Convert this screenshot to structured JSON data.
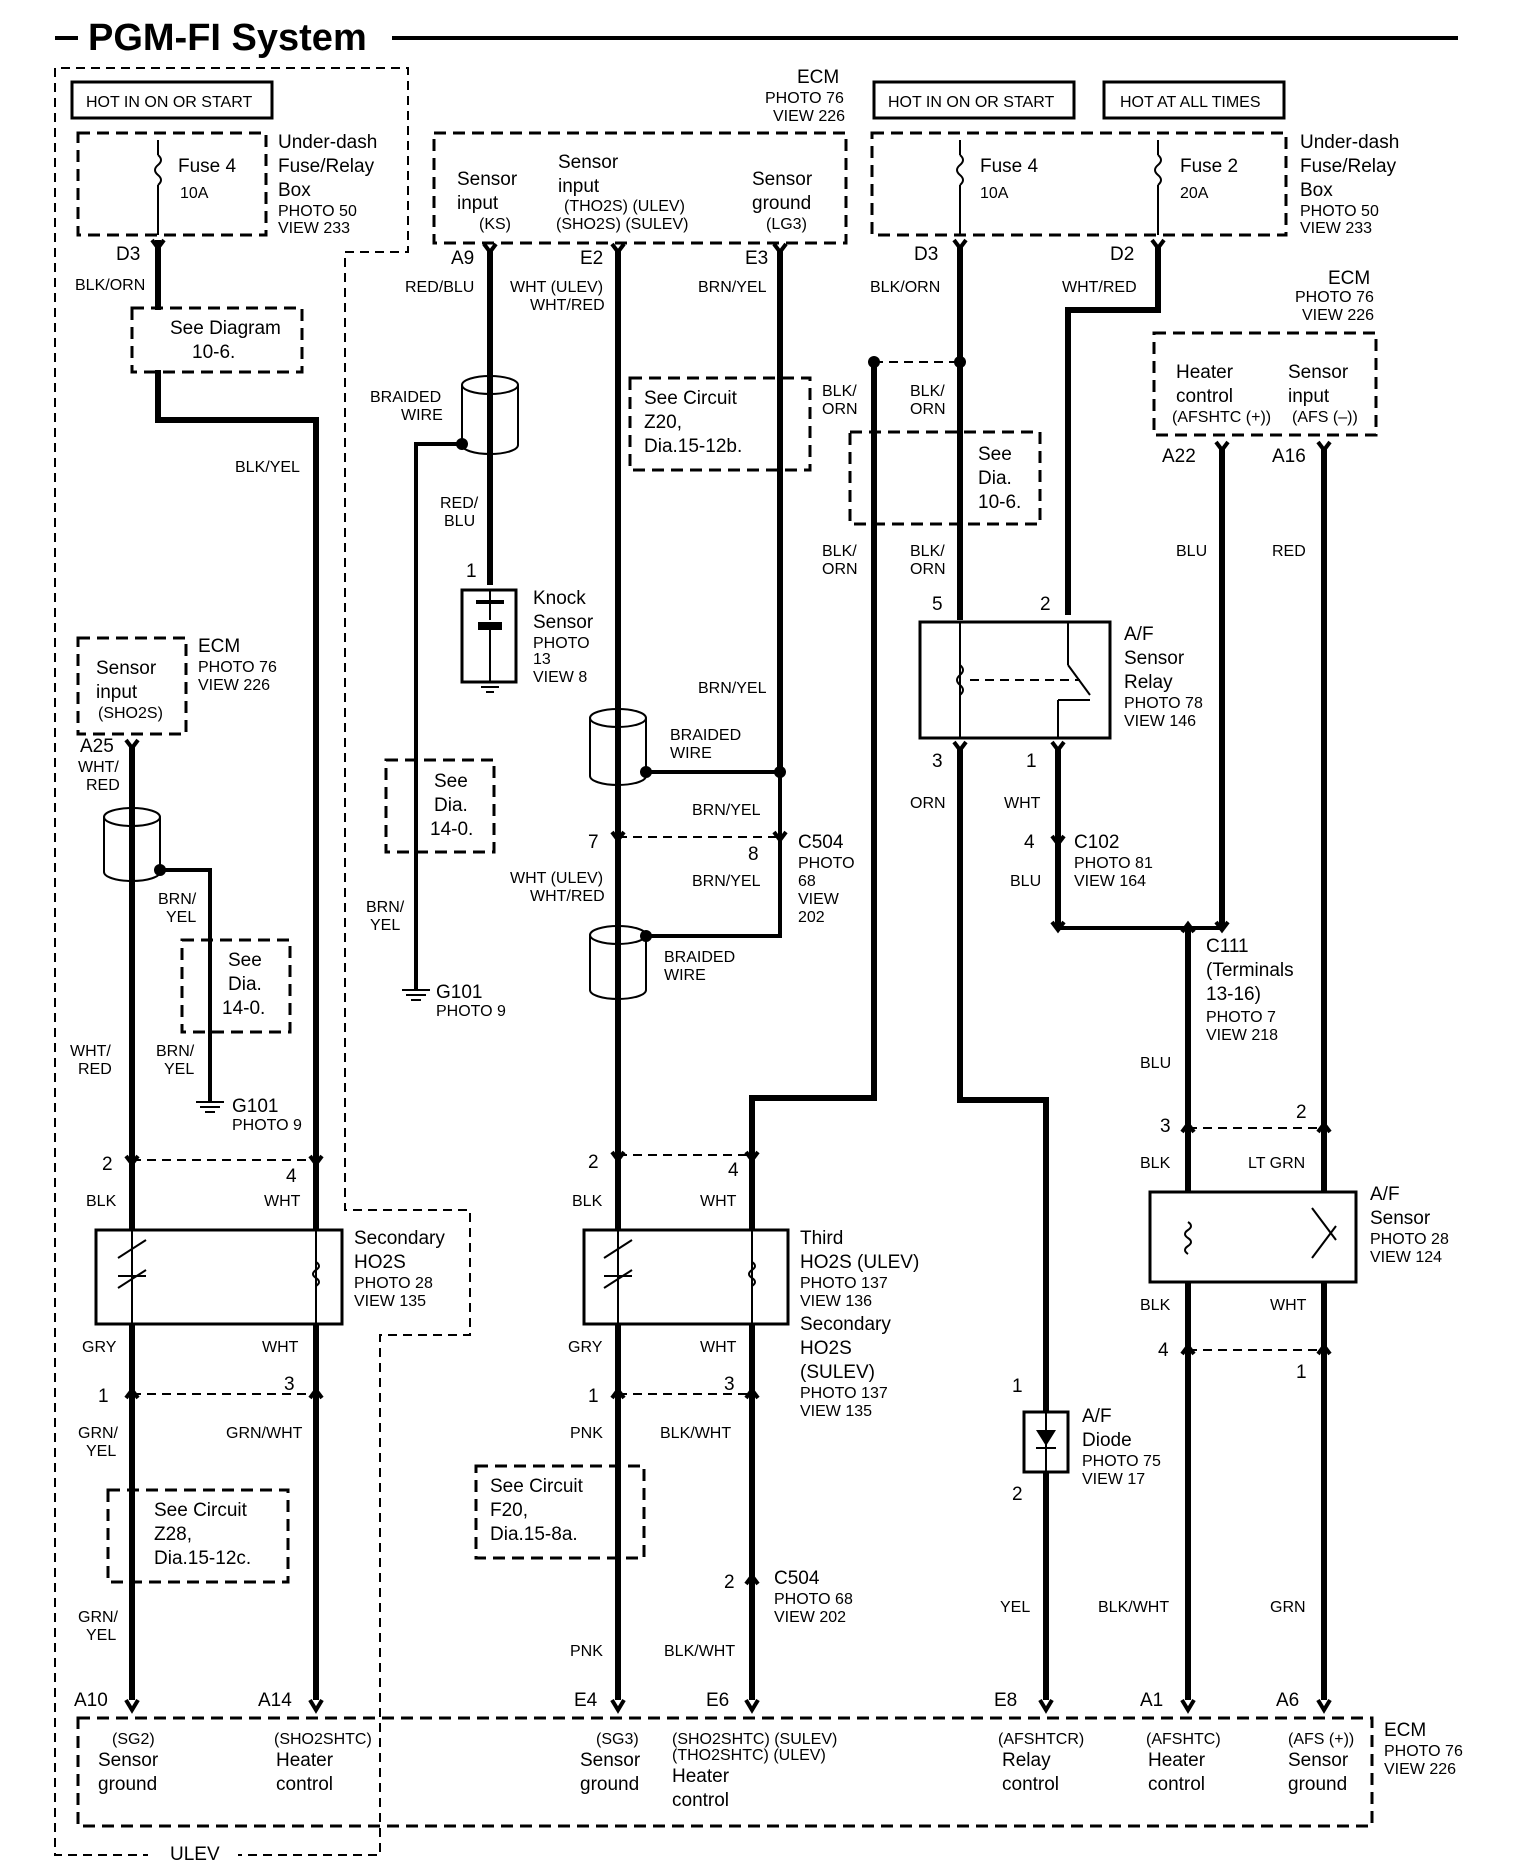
{
  "title": "PGM-FI System",
  "hot": {
    "run_left": "HOT IN ON OR START",
    "run_right": "HOT IN ON OR START",
    "always": "HOT AT ALL TIMES"
  },
  "fusebox_left": {
    "fuse": "Fuse 4",
    "rating": "10A",
    "name1": "Under-dash",
    "name2": "Fuse/Relay",
    "name3": "Box",
    "photo": "PHOTO 50",
    "view": "VIEW 233",
    "pin": "D3"
  },
  "fusebox_right": {
    "fuse4": "Fuse 4",
    "rating4": "10A",
    "fuse2": "Fuse 2",
    "rating2": "20A",
    "name1": "Under-dash",
    "name2": "Fuse/Relay",
    "name3": "Box",
    "photo": "PHOTO 50",
    "view": "VIEW 233",
    "pin_d3": "D3",
    "pin_d2": "D2"
  },
  "ecm_top": {
    "title": "ECM",
    "photo": "PHOTO 76",
    "view": "VIEW 226",
    "ks1": "Sensor",
    "ks2": "input",
    "ks3": "(KS)",
    "tho1": "Sensor",
    "tho2": "input",
    "tho3": "(THO2S) (ULEV)",
    "tho4": "(SHO2S) (SULEV)",
    "lg1": "Sensor",
    "lg2": "ground",
    "lg3": "(LG3)",
    "pin_a9": "A9",
    "pin_e2": "E2",
    "pin_e3": "E3"
  },
  "ecm_af": {
    "title": "ECM",
    "photo": "PHOTO 76",
    "view": "VIEW 226",
    "hc1": "Heater",
    "hc2": "control",
    "hc3": "(AFSHTC (+))",
    "si1": "Sensor",
    "si2": "input",
    "si3": "(AFS (–))",
    "pin_a22": "A22",
    "pin_a16": "A16"
  },
  "ecm_left": {
    "title": "ECM",
    "photo": "PHOTO 76",
    "view": "VIEW 226",
    "l1": "Sensor",
    "l2": "input",
    "l3": "(SHO2S)",
    "pin": "A25"
  },
  "wires": {
    "blk_orn": "BLK/ORN",
    "blk_yel": "BLK/YEL",
    "red_blu": "RED/BLU",
    "red": "RED/",
    "blu_s": "BLU",
    "wht_ulev": "WHT (ULEV)",
    "wht_red": "WHT/RED",
    "brn_yel": "BRN/YEL",
    "wht_red_a": "WHT/",
    "wht_red_b": "RED",
    "brn": "BRN/",
    "yel": "YEL",
    "blk": "BLK/",
    "orn": "ORN",
    "orn_full": "ORN",
    "blu": "BLU",
    "red_w": "RED",
    "wht": "WHT",
    "blk_w": "BLK",
    "gry": "GRY",
    "grn_yel_a": "GRN/",
    "grn_yel_b": "YEL",
    "grn_wht": "GRN/WHT",
    "pnk": "PNK",
    "blk_wht": "BLK/WHT",
    "lt_grn": "LT GRN",
    "grn": "GRN",
    "yel_full": "YEL",
    "wht_red_full": "WHT/RED"
  },
  "braided": {
    "l1": "BRAIDED",
    "l2": "WIRE"
  },
  "see": {
    "d106_a": "See Diagram",
    "d106_b": "10-6.",
    "z20_a": "See Circuit",
    "z20_b": "Z20,",
    "z20_c": "Dia.15-12b.",
    "r106_a": "See",
    "r106_b": "Dia.",
    "r106_c": "10-6.",
    "d140a_a": "See",
    "d140a_b": "Dia.",
    "d140a_c": "14-0.",
    "d140b_a": "See",
    "d140b_b": "Dia.",
    "d140b_c": "14-0.",
    "z28_a": "See Circuit",
    "z28_b": "Z28,",
    "z28_c": "Dia.15-12c.",
    "f20_a": "See Circuit",
    "f20_b": "F20,",
    "f20_c": "Dia.15-8a."
  },
  "knock": {
    "n1": "Knock",
    "n2": "Sensor",
    "photo": "PHOTO",
    "photo_n": "13",
    "view": "VIEW 8",
    "pin": "1"
  },
  "g101_left": {
    "name": "G101",
    "photo": "PHOTO 9"
  },
  "g101_mid": {
    "name": "G101",
    "photo": "PHOTO 9"
  },
  "relay": {
    "n1": "A/F",
    "n2": "Sensor",
    "n3": "Relay",
    "photo": "PHOTO 78",
    "view": "VIEW 146",
    "p5": "5",
    "p2": "2",
    "p3": "3",
    "p1": "1"
  },
  "c504": {
    "name": "C504",
    "photo": "PHOTO",
    "photo_n": "68",
    "view": "VIEW",
    "view_n": "202",
    "p7": "7",
    "p8": "8"
  },
  "c504b": {
    "name": "C504",
    "photo": "PHOTO 68",
    "view": "VIEW 202",
    "p2": "2"
  },
  "c102": {
    "name": "C102",
    "photo": "PHOTO 81",
    "view": "VIEW 164",
    "p4": "4"
  },
  "c111": {
    "name": "C111",
    "t1": "(Terminals",
    "t2": "13-16)",
    "photo": "PHOTO 7",
    "view": "VIEW 218"
  },
  "sec_ho2s": {
    "n1": "Secondary",
    "n2": "HO2S",
    "photo": "PHOTO 28",
    "view": "VIEW 135"
  },
  "third_ho2s": {
    "n1": "Third",
    "n2": "HO2S (ULEV)",
    "photo": "PHOTO 137",
    "view": "VIEW 136",
    "n3": "Secondary",
    "n4": "HO2S",
    "n5": "(SULEV)",
    "photo2": "PHOTO 137",
    "view2": "VIEW 135"
  },
  "af_sensor": {
    "n1": "A/F",
    "n2": "Sensor",
    "photo": "PHOTO 28",
    "view": "VIEW 124"
  },
  "af_diode": {
    "n1": "A/F",
    "n2": "Diode",
    "photo": "PHOTO 75",
    "view": "VIEW 17",
    "p1": "1",
    "p2": "2"
  },
  "pins": {
    "two": "2",
    "four": "4",
    "one": "1",
    "three": "3"
  },
  "ecm_bottom": {
    "title": "ECM",
    "photo": "PHOTO 76",
    "view": "VIEW 226",
    "a10": "A10",
    "a14": "A14",
    "e4": "E4",
    "e6": "E6",
    "e8": "E8",
    "a1": "A1",
    "a6": "A6",
    "sg2": "(SG2)",
    "sg2_1": "Sensor",
    "sg2_2": "ground",
    "sho2shtc": "(SHO2SHTC)",
    "sho2shtc_1": "Heater",
    "sho2shtc_2": "control",
    "sg3": "(SG3)",
    "sg3_1": "Sensor",
    "sg3_2": "ground",
    "e6_a": "(SHO2SHTC) (SULEV)",
    "e6_b": "(THO2SHTC) (ULEV)",
    "e6_1": "Heater",
    "e6_2": "control",
    "e8_a": "(AFSHTCR)",
    "e8_1": "Relay",
    "e8_2": "control",
    "a1_a": "(AFSHTC)",
    "a1_1": "Heater",
    "a1_2": "control",
    "a6_a": "(AFS (+))",
    "a6_1": "Sensor",
    "a6_2": "ground"
  },
  "ulev": "ULEV"
}
